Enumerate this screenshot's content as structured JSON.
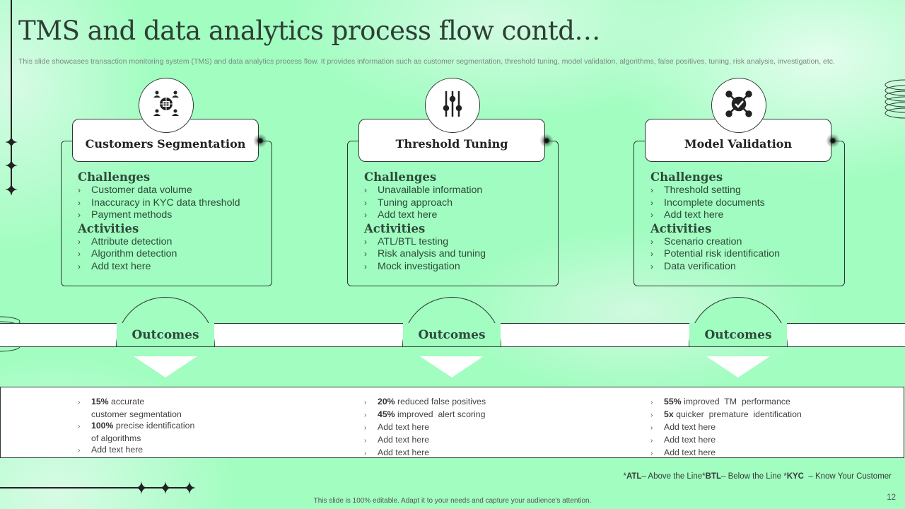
{
  "title": "TMS and data analytics process flow contd…",
  "subtitle": "This slide showcases transaction monitoring system (TMS) and data analytics process flow. It provides information such as customer segmentation, threshold tuning, model validation, algorithms, false positives, tuning, risk analysis, investigation, etc.",
  "cards": [
    {
      "heading": "Customers Segmentation",
      "icon": "customer-network-icon",
      "challenges_label": "Challenges",
      "challenges": [
        "Customer data volume",
        "Inaccuracy in KYC data threshold",
        "Payment methods"
      ],
      "activities_label": "Activities",
      "activities": [
        "Attribute detection",
        "Algorithm detection",
        "Add text here"
      ],
      "outcomes_label": "Outcomes",
      "outcomes": [
        {
          "bold": "15%",
          "text": " accurate",
          "cont": "customer segmentation"
        },
        {
          "bold": "100%",
          "text": " precise identification",
          "cont": "of algorithms"
        },
        {
          "bold": "",
          "text": "Add text here",
          "cont": ""
        }
      ]
    },
    {
      "heading": "Threshold Tuning",
      "icon": "sliders-icon",
      "challenges_label": "Challenges",
      "challenges": [
        "Unavailable  information",
        "Tuning approach",
        "Add text here"
      ],
      "activities_label": "Activities",
      "activities": [
        "ATL/BTL testing",
        "Risk analysis and tuning",
        "Mock investigation"
      ],
      "outcomes_label": "Outcomes",
      "outcomes": [
        {
          "bold": "20%",
          "text": " reduced false positives",
          "cont": ""
        },
        {
          "bold": "45%",
          "text": " improved  alert scoring",
          "cont": ""
        },
        {
          "bold": "",
          "text": "Add text here",
          "cont": ""
        },
        {
          "bold": "",
          "text": "Add text here",
          "cont": ""
        },
        {
          "bold": "",
          "text": "Add text here",
          "cont": ""
        }
      ]
    },
    {
      "heading": "Model Validation",
      "icon": "network-check-icon",
      "challenges_label": "Challenges",
      "challenges": [
        "Threshold setting",
        "Incomplete documents",
        "Add text here"
      ],
      "activities_label": "Activities",
      "activities": [
        "Scenario creation",
        "Potential risk identification",
        "Data verification"
      ],
      "outcomes_label": "Outcomes",
      "outcomes": [
        {
          "bold": "55%",
          "text": " improved  TM  performance",
          "cont": ""
        },
        {
          "bold": "5x",
          "text": " quicker  premature  identification",
          "cont": ""
        },
        {
          "bold": "",
          "text": "Add text here",
          "cont": ""
        },
        {
          "bold": "",
          "text": "Add text here",
          "cont": ""
        },
        {
          "bold": "",
          "text": "Add text here",
          "cont": ""
        }
      ]
    }
  ],
  "bullet_glyph": "›",
  "footnote": {
    "parts": [
      {
        "bold": false,
        "text": "*"
      },
      {
        "bold": true,
        "text": "ATL"
      },
      {
        "bold": false,
        "text": "– Above the Line*"
      },
      {
        "bold": true,
        "text": "BTL"
      },
      {
        "bold": false,
        "text": "– Below the Line *"
      },
      {
        "bold": true,
        "text": "KYC"
      },
      {
        "bold": false,
        "text": "  – Know Your Customer"
      }
    ]
  },
  "footer": "This slide is 100% editable.  Adapt it to your needs and capture your audience's attention.",
  "page_number": "12",
  "colors": {
    "background": "#a1fdc0",
    "text_dark": "#2e4a3a",
    "outline": "#2b3a31"
  }
}
